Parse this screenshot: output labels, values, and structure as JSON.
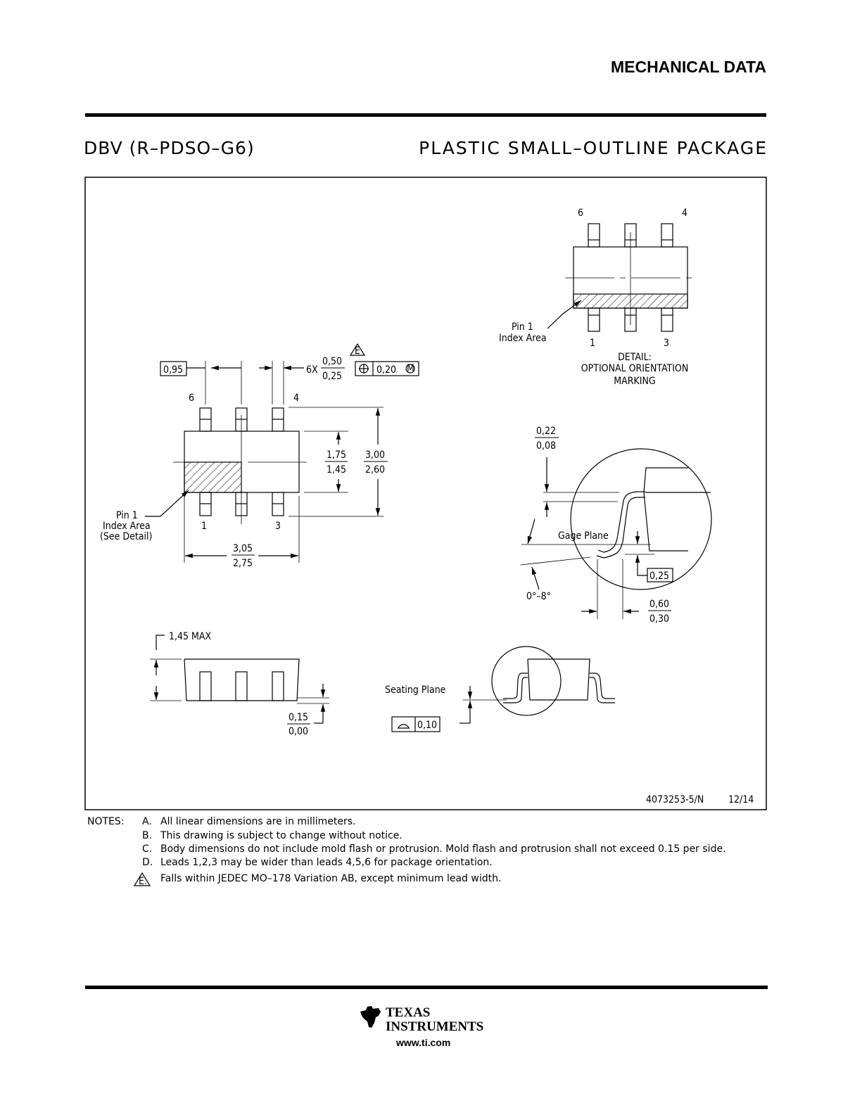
{
  "header": {
    "section_title": "MECHANICAL DATA"
  },
  "package": {
    "code": "DBV (R–PDSO–G6)",
    "name": "PLASTIC SMALL–OUTLINE PACKAGE"
  },
  "detail_view": {
    "pin_top_left": "6",
    "pin_top_right": "4",
    "pin_bottom_left": "1",
    "pin_bottom_right": "3",
    "pin1_label": "Pin 1",
    "index_area": "Index Area",
    "caption_1": "DETAIL:",
    "caption_2": "OPTIONAL ORIENTATION",
    "caption_3": "MARKING"
  },
  "top_view": {
    "pitch": "0,95",
    "lead_count": "6X",
    "lead_width_max": "0,50",
    "lead_width_min": "0,25",
    "note_flag": "E",
    "position_tol": "0,20",
    "mmc": "M",
    "pin_top_left": "6",
    "pin_top_right": "4",
    "pin_bottom_left": "1",
    "pin_bottom_right": "3",
    "body_width_max": "1,75",
    "body_width_min": "1,45",
    "overall_width_max": "3,00",
    "overall_width_min": "2,60",
    "length_max": "3,05",
    "length_min": "2,75",
    "pin1_label": "Pin 1",
    "index_area": "Index Area",
    "see_detail": "(See Detail)"
  },
  "lead_detail": {
    "thickness_max": "0,22",
    "thickness_min": "0,08",
    "gage_plane": "Gage Plane",
    "gage_dim": "0,25",
    "angle": "0°–8°",
    "foot_max": "0,60",
    "foot_min": "0,30"
  },
  "side_view": {
    "height": "1,45 MAX",
    "standoff_max": "0,15",
    "standoff_min": "0,00",
    "seating_plane": "Seating Plane",
    "flatness": "0,10"
  },
  "drawing_number": "4073253-5/N",
  "drawing_date": "12/14",
  "notes": {
    "label": "NOTES:",
    "items": [
      {
        "key": "A.",
        "text": "All linear dimensions are in millimeters."
      },
      {
        "key": "B.",
        "text": "This drawing is subject to change without notice."
      },
      {
        "key": "C.",
        "text": "Body dimensions do not include mold flash or protrusion. Mold flash and protrusion shall not exceed 0.15 per side."
      },
      {
        "key": "D.",
        "text": "Leads 1,2,3 may be wider than leads 4,5,6 for package orientation."
      },
      {
        "key": "E.",
        "text": "Falls within JEDEC MO–178 Variation AB, except minimum lead width."
      }
    ]
  },
  "footer": {
    "company_line1": "TEXAS",
    "company_line2": "INSTRUMENTS",
    "url": "www.ti.com",
    "logo_icon": "ti-logo-icon"
  }
}
